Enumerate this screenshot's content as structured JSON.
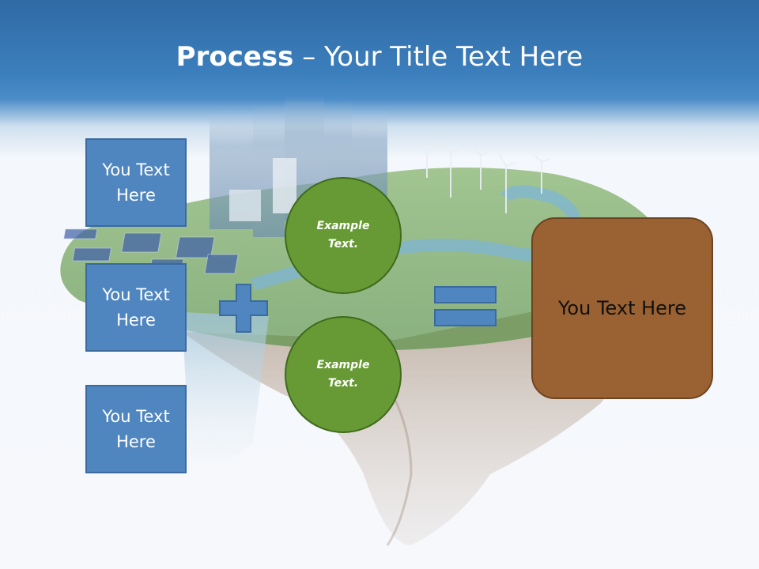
{
  "slide": {
    "title_bold": "Process",
    "title_separator": " – ",
    "title_rest": "Your Title Text Here"
  },
  "left_boxes": [
    {
      "label_line1": "You Text",
      "label_line2": "Here"
    },
    {
      "label_line1": "You Text",
      "label_line2": "Here"
    },
    {
      "label_line1": "You Text",
      "label_line2": "Here"
    }
  ],
  "circles": [
    {
      "line1": "Example",
      "line2": "Text."
    },
    {
      "line1": "Example",
      "line2": "Text."
    }
  ],
  "result": {
    "label": "You Text Here"
  },
  "colors": {
    "header_blue": "#3c7fbd",
    "box_blue": "#4f86c0",
    "circle_green": "#679a34",
    "result_brown": "#9a6232",
    "operator_blue": "#4f86c0"
  }
}
